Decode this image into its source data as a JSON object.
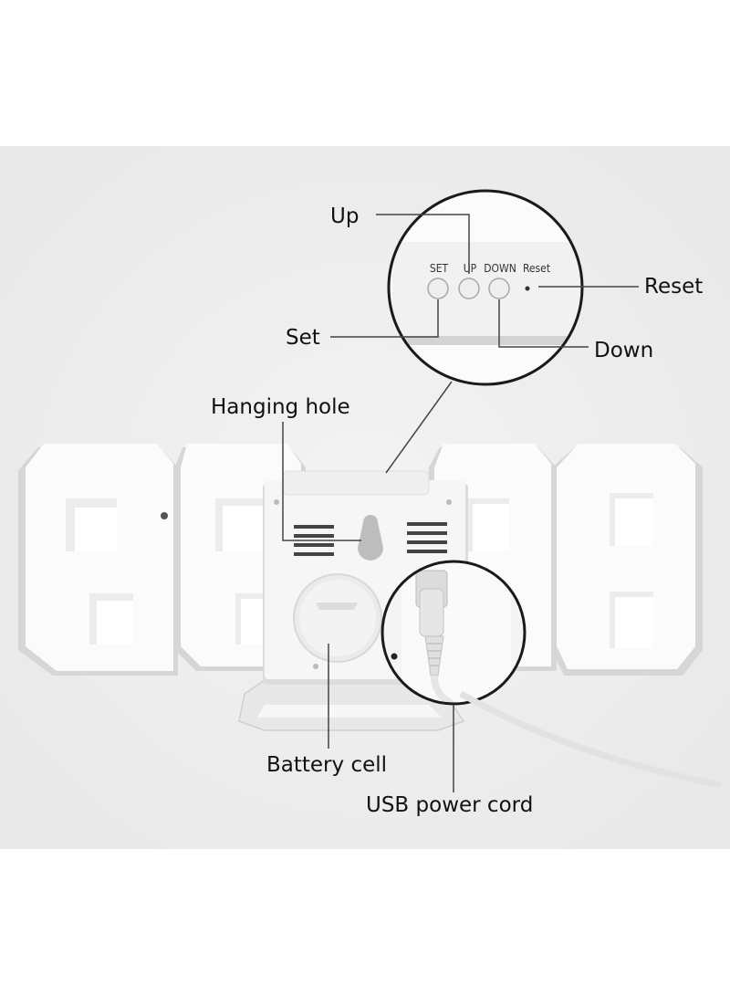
{
  "labels": {
    "up": "Up",
    "reset": "Reset",
    "set": "Set",
    "down": "Down",
    "hanging_hole": "Hanging hole",
    "battery_cell": "Battery cell",
    "usb_power_cord": "USB power cord"
  },
  "buttons": {
    "set": "SET",
    "up": "UP",
    "down": "DOWN",
    "reset": "Reset"
  },
  "colors": {
    "background": "#ffffff",
    "photo_backdrop": "#efefef",
    "clock_body": "#f9f9f9",
    "clock_shadow": "#d8d8d8",
    "line": "#444444"
  }
}
